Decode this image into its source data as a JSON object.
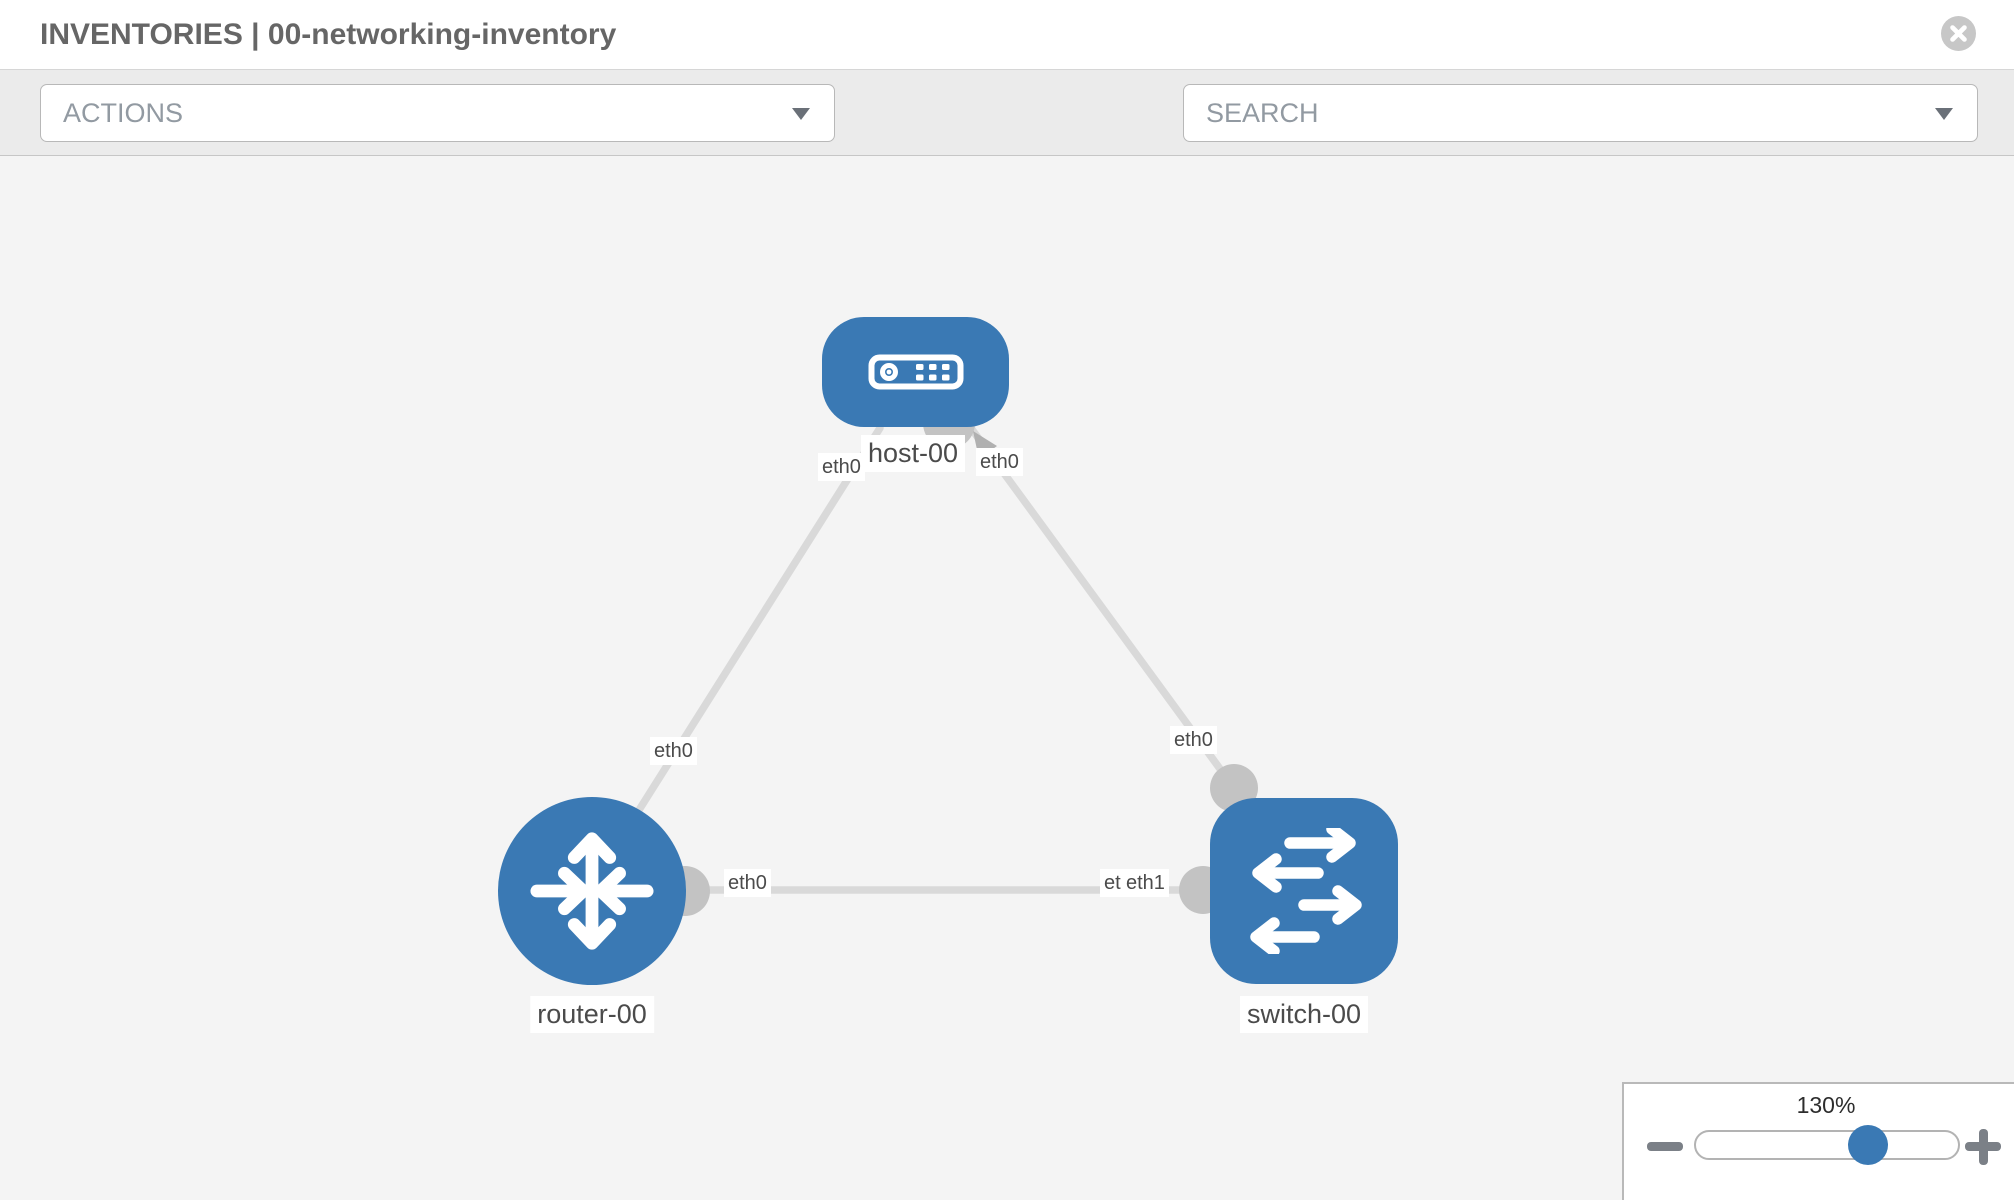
{
  "header": {
    "title": "INVENTORIES | 00-networking-inventory"
  },
  "toolbar": {
    "actions_label": "ACTIONS",
    "search_placeholder": "SEARCH"
  },
  "topology": {
    "nodes": [
      {
        "id": "host-00",
        "type": "host",
        "label": "host-00"
      },
      {
        "id": "router-00",
        "type": "router",
        "label": "router-00"
      },
      {
        "id": "switch-00",
        "type": "switch",
        "label": "switch-00"
      }
    ],
    "links": [
      {
        "source": "host-00",
        "source_interface": "eth0",
        "target": "router-00",
        "target_interface": "eth0"
      },
      {
        "source": "host-00",
        "source_interface": "eth0",
        "target": "switch-00",
        "target_interface": "eth0"
      },
      {
        "source": "router-00",
        "source_interface": "eth0",
        "target": "switch-00",
        "target_interface": "eth1"
      }
    ],
    "interface_badges": [
      "eth0",
      "eth0",
      "eth0",
      "eth0",
      "eth0",
      "eth0",
      "eth1"
    ]
  },
  "zoom_control": {
    "level": "130%"
  },
  "colors": {
    "node_blue": "#3A79B4",
    "link_gray": "#D9D9D9",
    "connector_gray": "#C3C3C3",
    "toolbar_icon_gray": "#70757C"
  }
}
